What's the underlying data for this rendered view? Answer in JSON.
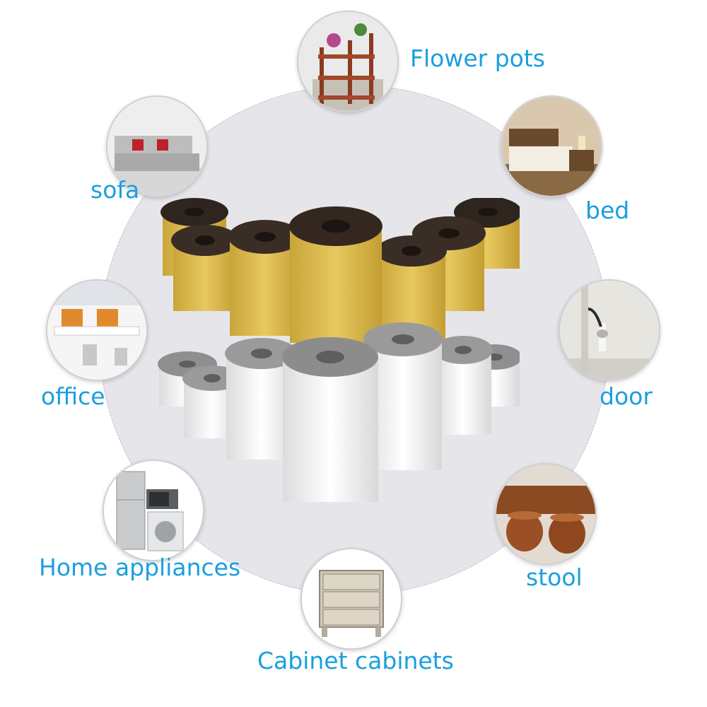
{
  "colors": {
    "label": "#1a9fe0",
    "background_circle": "#e6e6ea",
    "foam_black": "#3b2f28",
    "liner_yellow": "#d9b94a",
    "felt_grey": "#9a9a9a",
    "liner_white": "#f2f2f2"
  },
  "product": {
    "icon": "adhesive-foam-felt-rolls"
  },
  "usages": [
    {
      "id": "flower-pots",
      "label": "Flower pots",
      "icon": "plant-shelf"
    },
    {
      "id": "bed",
      "label": "bed",
      "icon": "bedroom"
    },
    {
      "id": "door",
      "label": "door",
      "icon": "door-stopper"
    },
    {
      "id": "stool",
      "label": "stool",
      "icon": "wooden-stools"
    },
    {
      "id": "cabinet",
      "label": "Cabinet cabinets",
      "icon": "nightstand"
    },
    {
      "id": "home-appliances",
      "label": "Home appliances",
      "icon": "fridge-microwave-washer"
    },
    {
      "id": "office",
      "label": "office",
      "icon": "office-desks"
    },
    {
      "id": "sofa",
      "label": "sofa",
      "icon": "sofa"
    }
  ]
}
